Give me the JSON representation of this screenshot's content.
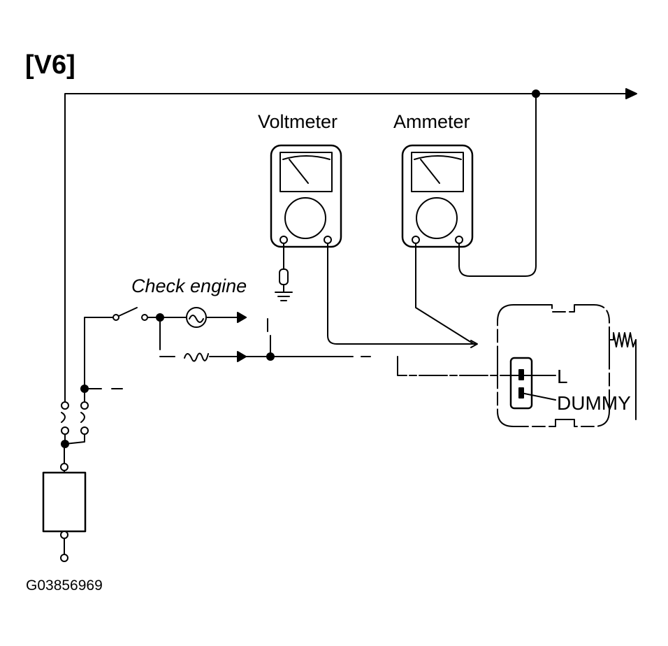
{
  "diagram": {
    "title": "[V6]",
    "voltmeter_label": "Voltmeter",
    "ammeter_label": "Ammeter",
    "check_engine_label": "Check engine",
    "terminal_l_label": "L",
    "terminal_dummy_label": "DUMMY",
    "figure_id": "G03856969"
  }
}
